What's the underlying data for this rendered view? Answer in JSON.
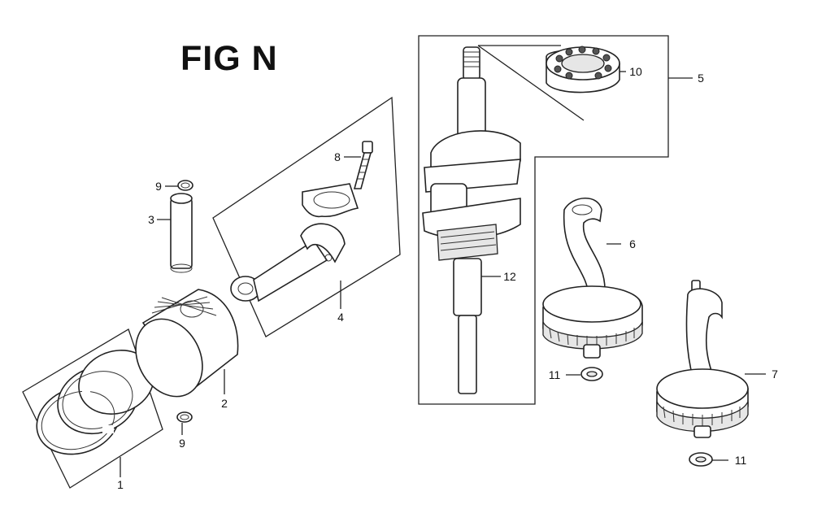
{
  "figure": {
    "title": "FIG N"
  },
  "callouts": {
    "c1": "1",
    "c2": "2",
    "c3": "3",
    "c4": "4",
    "c5": "5",
    "c6": "6",
    "c7": "7",
    "c8": "8",
    "c9_top": "9",
    "c9_bottom": "9",
    "c10": "10",
    "c11_left": "11",
    "c11_right": "11",
    "c12": "12"
  }
}
